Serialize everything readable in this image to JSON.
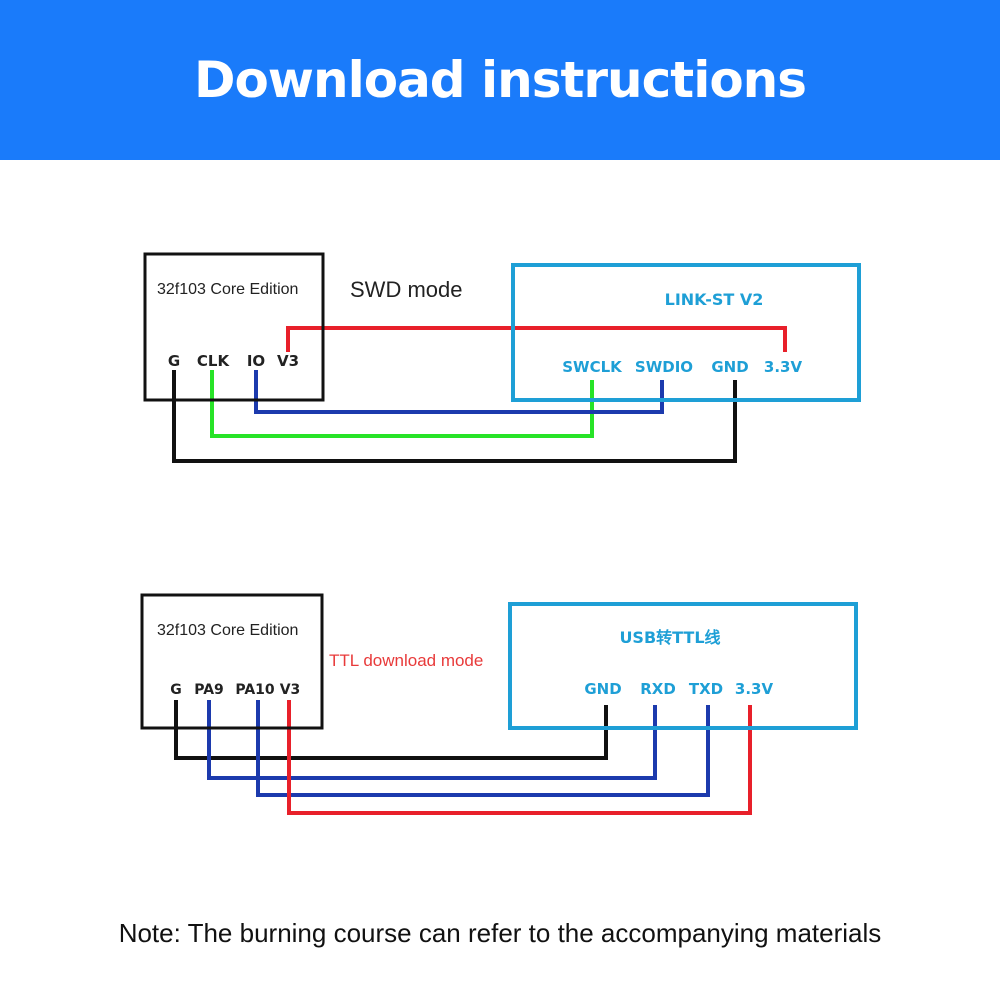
{
  "header": {
    "title": "Download instructions"
  },
  "colors": {
    "banner": "#1a7bfa",
    "device_box": "#1e9fd6",
    "wire_red": "#e8202a",
    "wire_green": "#27e327",
    "wire_blue": "#1c3aad",
    "wire_black": "#111111",
    "mode_label_ttl": "#e83a3a"
  },
  "swd": {
    "board_title": "32f103 Core Edition",
    "board_pins": [
      "G",
      "CLK",
      "IO",
      "V3"
    ],
    "mode_label": "SWD mode",
    "device_title": "LINK-ST V2",
    "device_pins": [
      "SWCLK",
      "SWDIO",
      "GND",
      "3.3V"
    ]
  },
  "ttl": {
    "board_title": "32f103 Core Edition",
    "board_pins": [
      "G",
      "PA9",
      "PA10",
      "V3"
    ],
    "mode_label": "TTL download mode",
    "device_title": "USB转TTL线",
    "device_pins": [
      "GND",
      "RXD",
      "TXD",
      "3.3V"
    ]
  },
  "note": "Note: The burning course can refer to the accompanying materials"
}
